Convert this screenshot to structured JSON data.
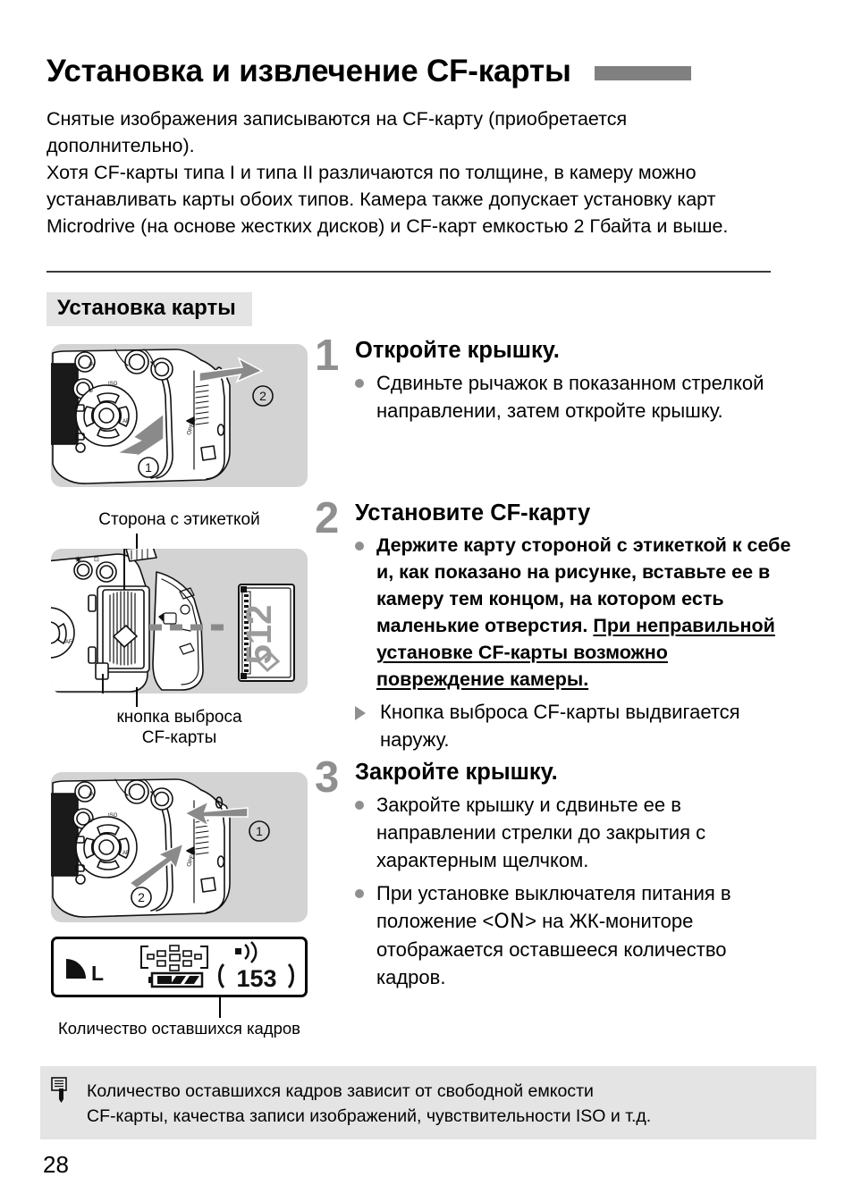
{
  "page": {
    "title": "Установка и извлечение CF-карты",
    "number": "28"
  },
  "intro": {
    "paragraph_1": "Снятые изображения записываются на CF-карту (приобретается дополнительно).",
    "paragraph_2": "Хотя CF-карты типа I и типа II различаются по толщине, в камеру можно устанавливать карты обоих типов. Камера также допускает установку карт Microdrive (на основе жестких дисков) и CF-карт емкостью 2 Гбайта и выше."
  },
  "section": {
    "label": "Установка карты"
  },
  "steps": [
    {
      "number": "1",
      "heading": "Откройте крышку.",
      "bullets": [
        {
          "marker": "dot",
          "text": "Сдвиньте рычажок в показанном стрелкой направлении, затем откройте крышку."
        }
      ]
    },
    {
      "number": "2",
      "heading": "Установите CF-карту",
      "bullets": [
        {
          "marker": "dot",
          "bold": true,
          "text_plain": "Держите карту стороной с этикеткой к себе и, как показано на рисунке, вставьте ее в камеру тем концом, на котором есть маленькие отверстия. ",
          "text_underlined": "При неправильной установке CF-карты возможно повреждение камеры."
        },
        {
          "marker": "triangle",
          "text": "Кнопка выброса CF-карты выдвигается наружу."
        }
      ]
    },
    {
      "number": "3",
      "heading": "Закройте крышку.",
      "bullets": [
        {
          "marker": "dot",
          "text": "Закройте крышку и сдвиньте ее в направлении стрелки до закрытия с характерным щелчком."
        },
        {
          "marker": "dot",
          "text_before": "При установке выключателя питания в положение <",
          "switch_value": "ON",
          "text_after": "> на ЖК-мониторе отображается оставшееся количество кадров."
        }
      ]
    }
  ],
  "illustrations": [
    {
      "name": "camera-open-cover",
      "callouts": [
        "1",
        "2"
      ]
    },
    {
      "name": "camera-insert-cf-card",
      "card_label": "512",
      "caption_top": "Сторона с этикеткой",
      "caption_bottom": "кнопка выброса\nCF-карты"
    },
    {
      "name": "camera-close-cover",
      "callouts": [
        "1",
        "2"
      ]
    }
  ],
  "captions": {
    "label_side": "Сторона с этикеткой",
    "eject_button_line1": "кнопка выброса",
    "eject_button_line2": "CF-карты",
    "remaining_frames": "Количество оставшихся кадров"
  },
  "lcd_panel": {
    "quality_icon": "fine-large-quality-icon",
    "quality_label": "L",
    "battery_icon": "battery-full-icon",
    "beeper_icon": "beeper-on-icon",
    "af_points_icon": "af-points-icon",
    "remaining_shots": "153"
  },
  "note": {
    "icon": "note-memo-icon",
    "line_1": "Количество оставшихся кадров зависит от свободной емкости",
    "line_2": "CF-карты, качества записи изображений, чувствительности ISO и т.д."
  },
  "colors": {
    "title_bar": "#808080",
    "step_number": "#8f8f8f",
    "bullet": "#8f8f8f",
    "section_label_bg": "#e4e4e4",
    "note_bg": "#e4e4e4",
    "illustration_bg": "#d3d3d3",
    "rule": "#3a3a3a"
  }
}
